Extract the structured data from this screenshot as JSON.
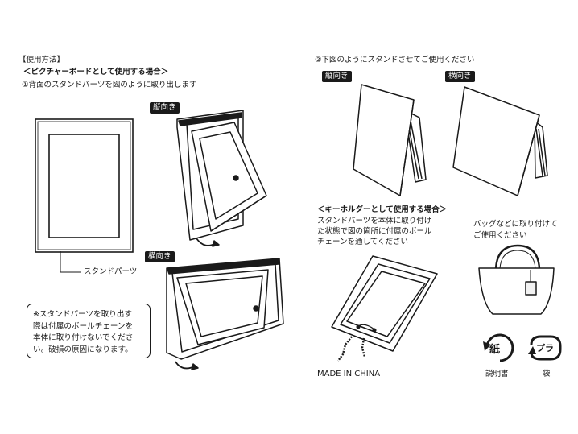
{
  "left": {
    "section_tag": "【使用方法】",
    "heading": "＜ピクチャーボードとして使用する場合＞",
    "step1": "①背面のスタンドパーツを図のように取り出します",
    "label_portrait": "縦向き",
    "label_landscape": "横向き",
    "callout": "スタンドパーツ",
    "note_lines": [
      "※スタンドパーツを取り出す",
      "際は付属のボールチェーンを",
      "本体に取り付けないでくださ",
      "い。破損の原因になります。"
    ]
  },
  "right": {
    "step2": "②下図のようにスタンドさせてご使用ください",
    "label_portrait": "縦向き",
    "label_landscape": "横向き",
    "keyholder_heading": "＜キーホルダーとして使用する場合＞",
    "keyholder_lines": [
      "スタンドパーツを本体に取り付け",
      "た状態で図の箇所に付属のボール",
      "チェーンを通してください"
    ],
    "bag_lines": [
      "バッグなどに取り付けて",
      "ご使用ください"
    ],
    "made_in": "MADE IN CHINA",
    "recycle_paper_mark": "紙",
    "recycle_paper_caption": "説明書",
    "recycle_plastic_mark": "プラ",
    "recycle_plastic_caption": "袋"
  }
}
